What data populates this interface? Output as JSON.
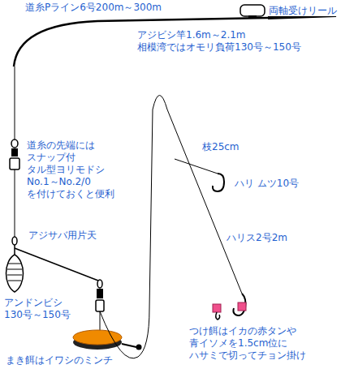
{
  "diagram": {
    "labels": [
      "道糸Pライン6号200m～300m",
      "両軸受けリール",
      "アジビシ竿1.6m～2.1m",
      "相模湾ではオモリ負荷130号～150号",
      "道糸の先端には",
      "スナップ付",
      "タル型ヨリモドシ",
      "No.1～No.2/0",
      "を付けておくと便利",
      "枝25cm",
      "ハリ ムツ10号",
      "ハリス2号2m",
      "アジサバ用片天",
      "アンドンビシ",
      "130号～150号",
      "まき餌はイワシのミンチ",
      "つけ餌はイカの赤タンや",
      "青イソメを1.5cm位に",
      "ハサミで切ってチョン掛け"
    ]
  }
}
